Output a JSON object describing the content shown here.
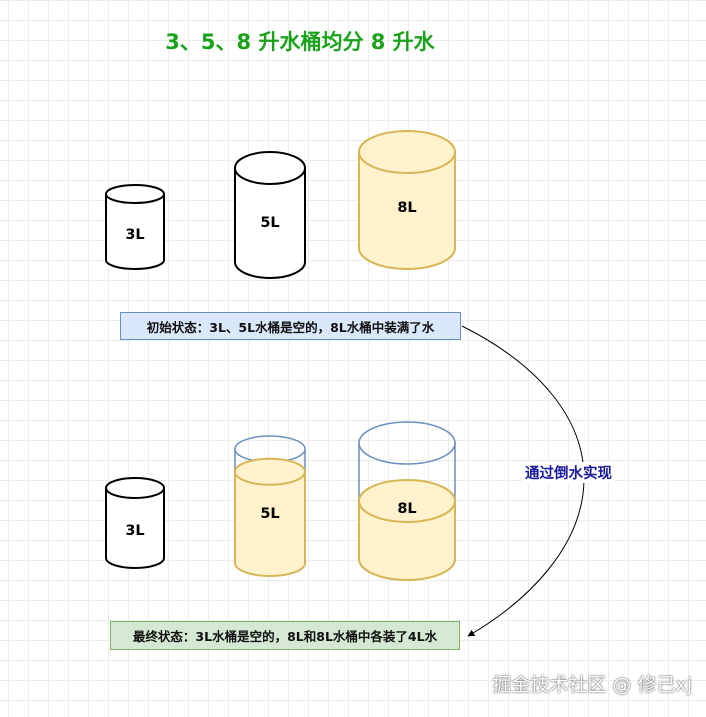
{
  "title": "3、5、8 升水桶均分 8 升水",
  "colors": {
    "water_fill": "#fff2cc",
    "water_stroke": "#d6b656",
    "empty_stroke": "#000000",
    "container_stroke": "#6c8ebf",
    "title": "#1aa31a",
    "action_text": "#1a1a9c"
  },
  "initial_state": {
    "caption": "初始状态：3L、5L水桶是空的，8L水桶中装满了水",
    "buckets": [
      {
        "label": "3L",
        "capacity": 3,
        "water": 0
      },
      {
        "label": "5L",
        "capacity": 5,
        "water": 0
      },
      {
        "label": "8L",
        "capacity": 8,
        "water": 8
      }
    ]
  },
  "final_state": {
    "caption": "最终状态：3L水桶是空的，8L和8L水桶中各装了4L水",
    "buckets": [
      {
        "label": "3L",
        "capacity": 3,
        "water": 0
      },
      {
        "label": "5L",
        "capacity": 5,
        "water": 4
      },
      {
        "label": "8L",
        "capacity": 8,
        "water": 4
      }
    ]
  },
  "action": "通过倒水实现",
  "watermark": "掘金技术社区 @ 修己xj"
}
